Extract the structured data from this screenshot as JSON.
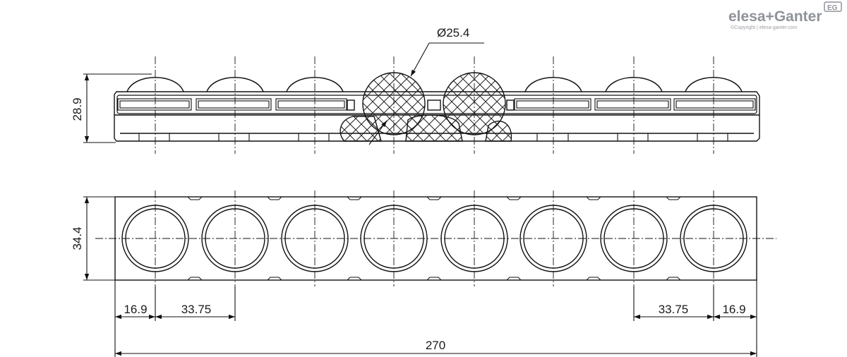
{
  "brand": {
    "name": "elesa+Ganter",
    "badge": "EG",
    "copyright": "©Copyright | elesa-ganter.com"
  },
  "dimensions": {
    "ball_diameter": "Ø25.4",
    "height": "28.9",
    "width": "34.4",
    "edge_left": "16.9",
    "pitch_left": "33.75",
    "pitch_right": "33.75",
    "edge_right": "16.9",
    "total_length": "270"
  }
}
